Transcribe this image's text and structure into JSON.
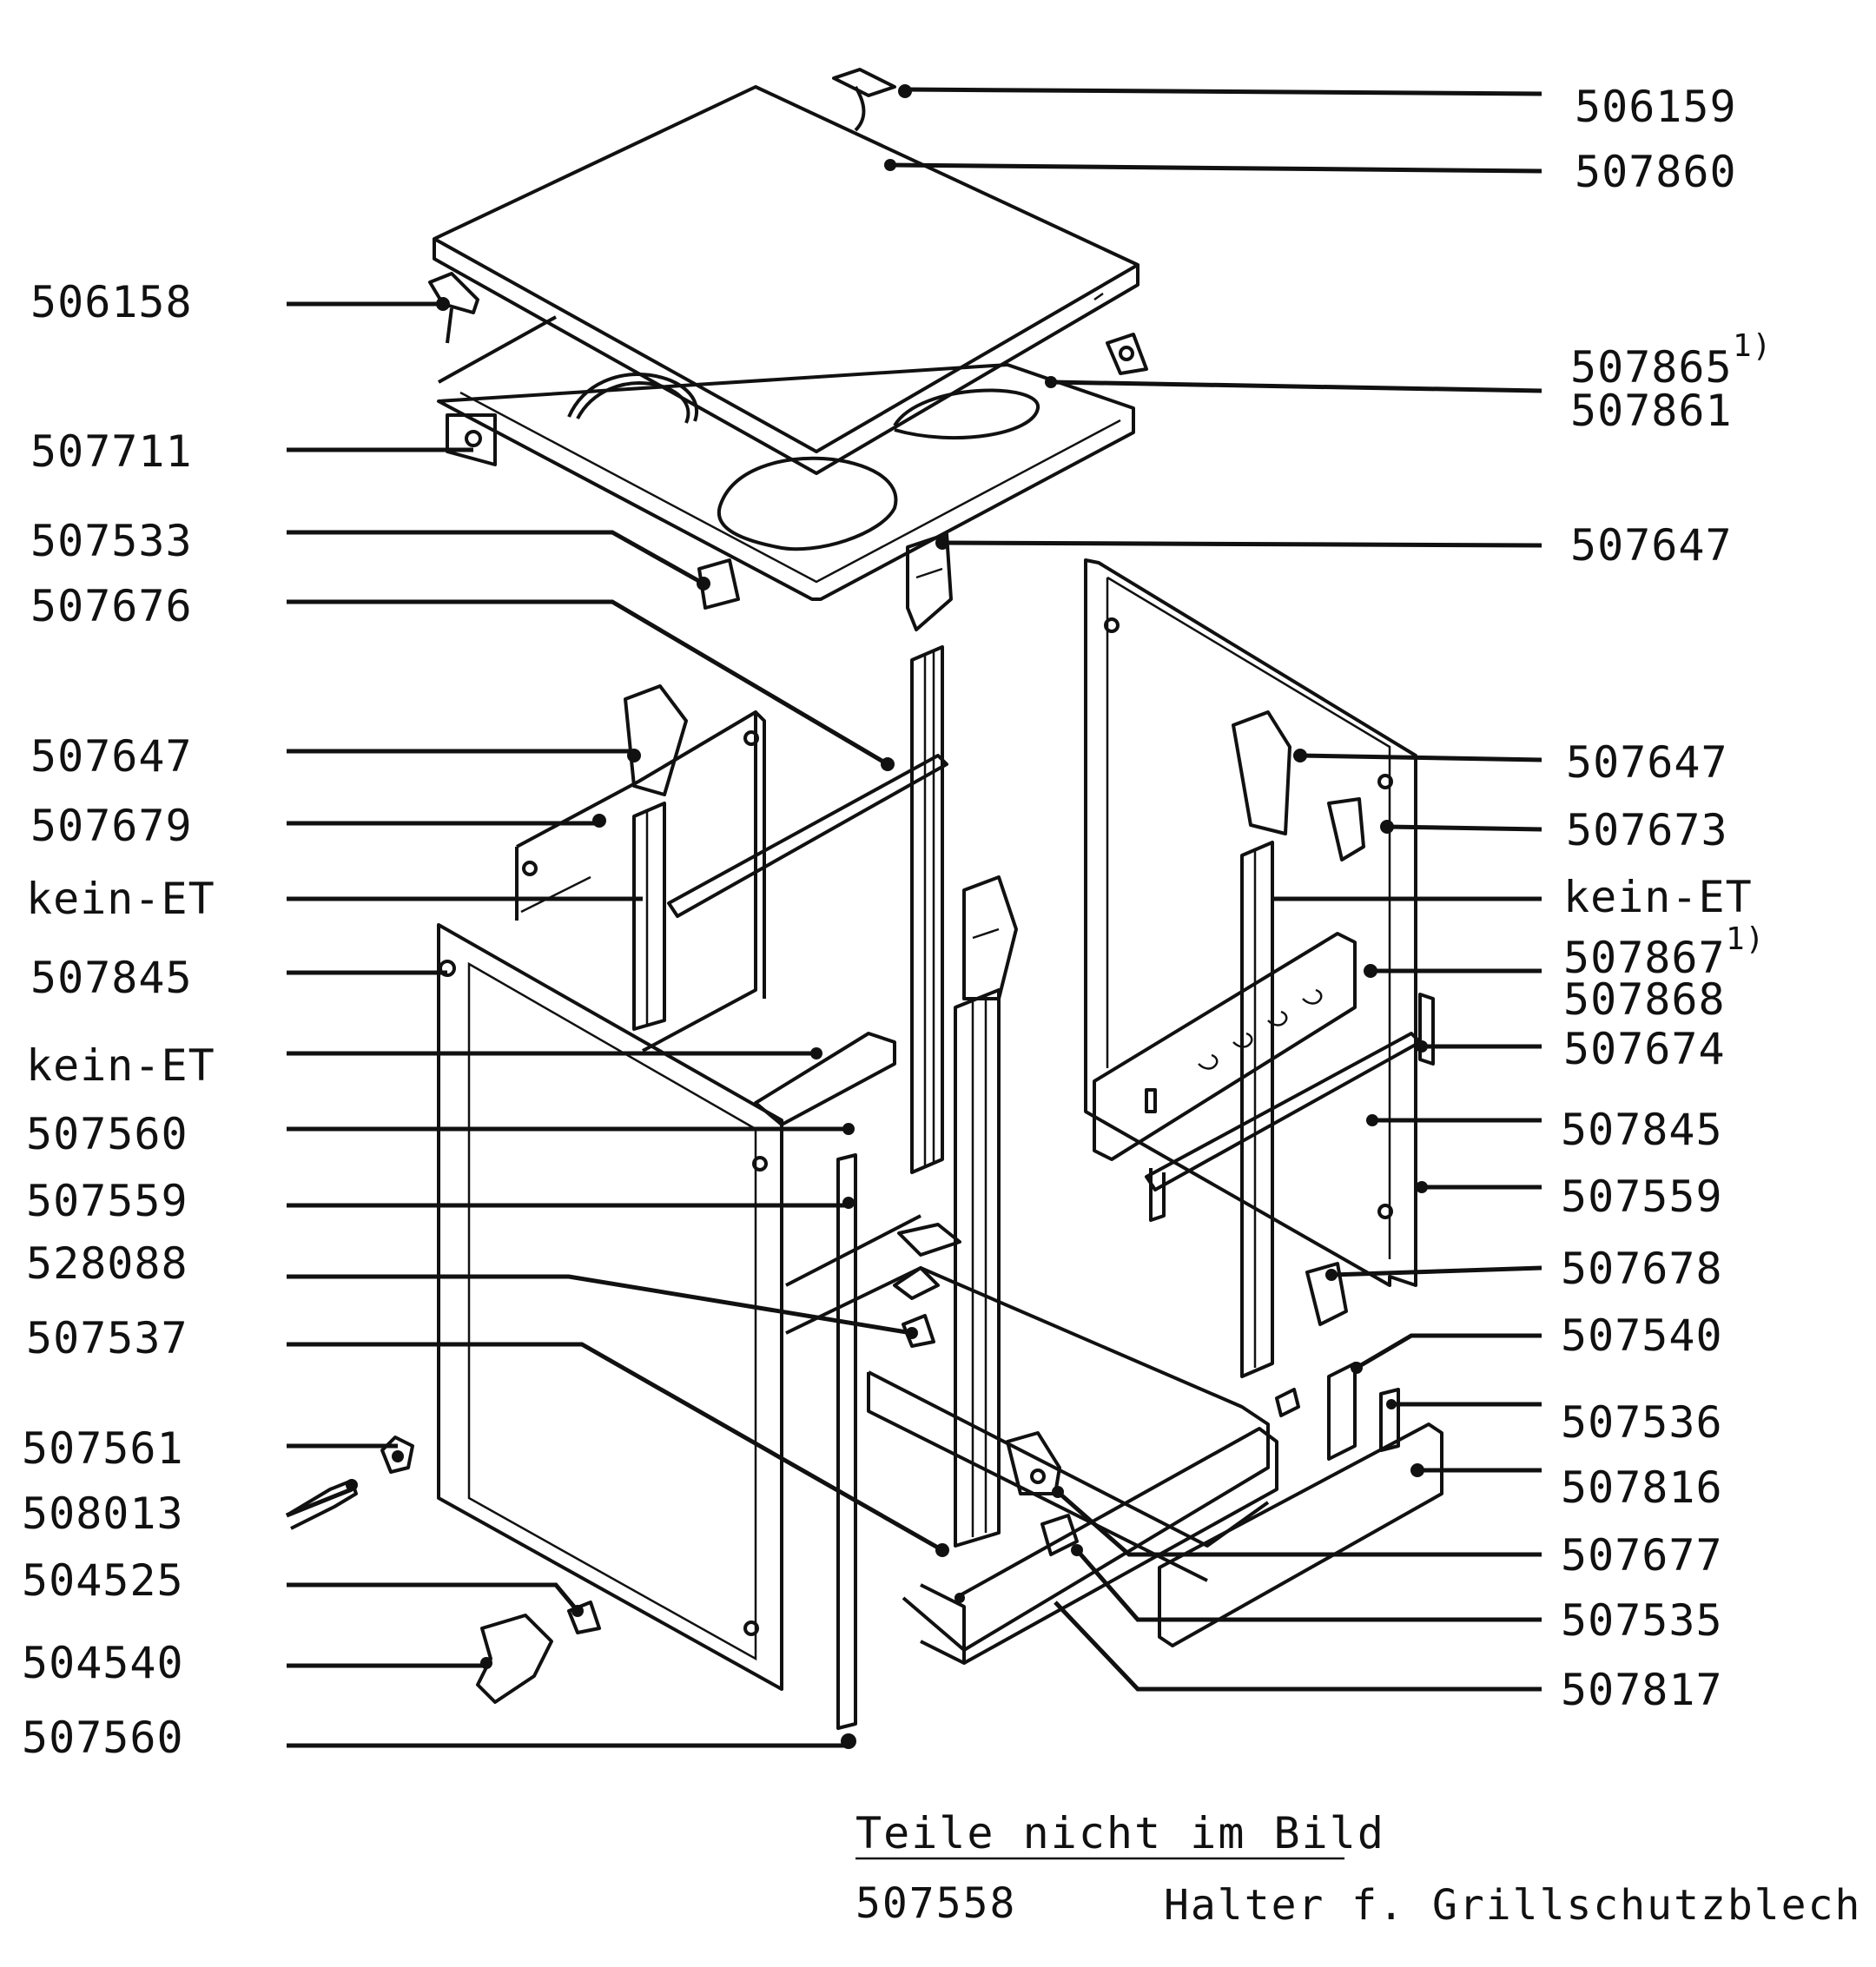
{
  "labels_left": [
    "506158",
    "507711",
    "507533",
    "507676",
    "507647",
    "507679",
    "kein-ET",
    "507845",
    "kein-ET",
    "507560",
    "507559",
    "528088",
    "507537",
    "507561",
    "508013",
    "504525",
    "504540",
    "507560"
  ],
  "labels_right": [
    "506159",
    "507860",
    "507865",
    "507861",
    "507647",
    "507647",
    "507673",
    "kein-ET",
    "507867",
    "507868",
    "507674",
    "507845",
    "507559",
    "507678",
    "507540",
    "507536",
    "507816",
    "507677",
    "507535",
    "507817"
  ],
  "footnote_marks": {
    "m507865": "1)",
    "m507867": "1)"
  },
  "notes": {
    "title": "Teile nicht im Bild",
    "part_number": "507558",
    "part_description": "Halter f. Grillschutzblech"
  }
}
